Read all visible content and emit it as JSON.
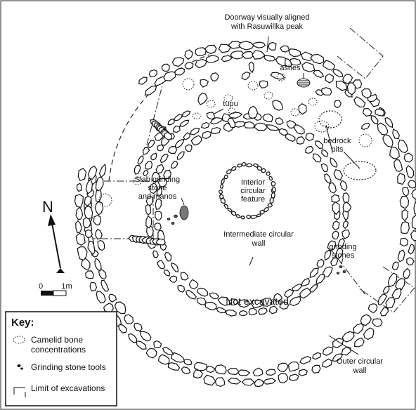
{
  "labels": {
    "doorway_line1": "Doorway visually aligned",
    "doorway_line2": "with Rasuwillka peak",
    "ashes": "ashes",
    "tupu": "tupu",
    "bedrock_line1": "bedrock",
    "bedrock_line2": "pits",
    "slab_line1": "Slab grinding",
    "slab_line2": "stone",
    "slab_line3": "and manos",
    "interior_line1": "Interior",
    "interior_line2": "circular",
    "interior_line3": "feature",
    "intermediate_line1": "Intermediate circular",
    "intermediate_line2": "wall",
    "grinding_line1": "grinding",
    "grinding_line2": "stones",
    "not_excavated": "Not excavated",
    "outer_line1": "Outer circular",
    "outer_line2": "wall"
  },
  "north": {
    "label": "N"
  },
  "scale": {
    "start": "0",
    "end": "1m"
  },
  "key": {
    "title": "Key:",
    "items": [
      {
        "icon": "dotted-outline-icon",
        "line1": "Camelid bone",
        "line2": "concentrations"
      },
      {
        "icon": "grinding-tool-icon",
        "line1": "Grinding stone tools",
        "line2": ""
      },
      {
        "icon": "excavation-limit-icon",
        "line1": "Limit of excavations",
        "line2": ""
      }
    ]
  }
}
